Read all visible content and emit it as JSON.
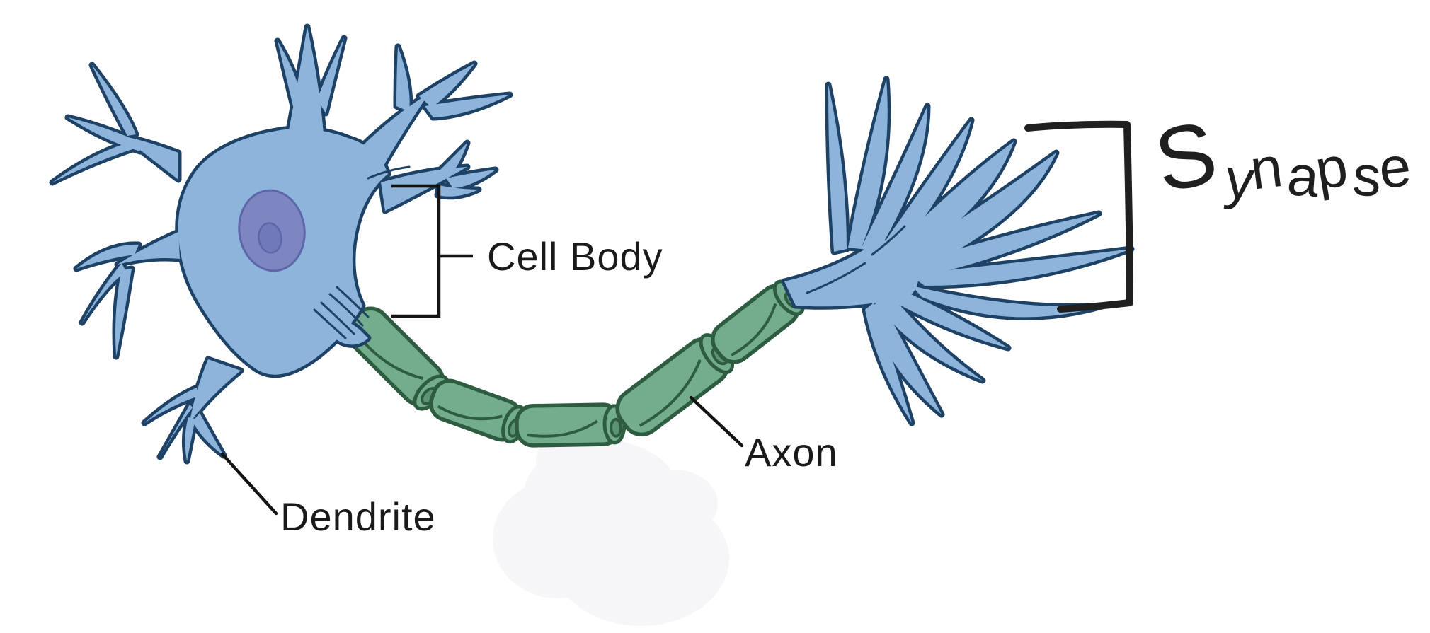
{
  "diagram": {
    "title": "Neuron diagram",
    "labels": {
      "cell_body": "Cell Body",
      "axon": "Axon",
      "dendrite": "Dendrite",
      "synapse": "Synapse"
    },
    "structure": {
      "myelin_segment_count": 5,
      "parts": [
        "Dendrite",
        "Cell Body",
        "Nucleus",
        "Axon",
        "Myelin sheath",
        "Axon terminal",
        "Synapse"
      ]
    },
    "colors": {
      "cell_fill": "#8db5dc",
      "cell_outline": "#1e4265",
      "nucleus_fill": "#7e86c1",
      "nucleolus_fill": "#707ab9",
      "nucleus_outline": "#5d66a8",
      "myelin_fill": "#74ad8d",
      "myelin_outline": "#2d5c40",
      "axon_line_fill": "#8cb4dc",
      "axon_line_outline": "#2a4d79",
      "label_text": "#1a1a1a",
      "annotation_ink": "#202020",
      "background": "#ffffff"
    }
  }
}
